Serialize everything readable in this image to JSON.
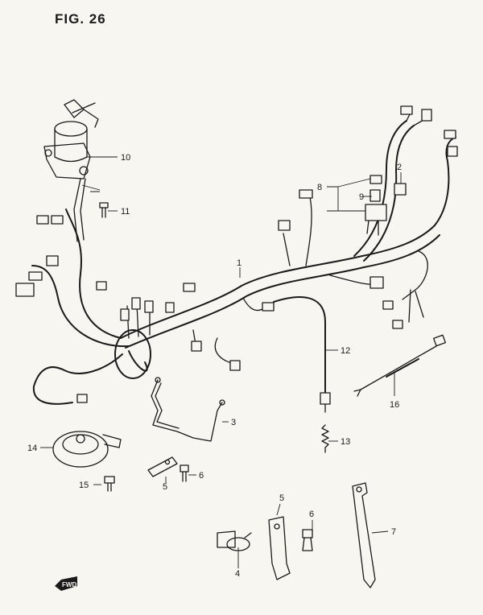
{
  "figure": {
    "title": "FIG. 26"
  },
  "callouts": [
    "1",
    "2",
    "3",
    "4",
    "5",
    "6",
    "7",
    "8",
    "9",
    "10",
    "11",
    "12",
    "13",
    "14",
    "15",
    "16"
  ],
  "fwd_label": "FWD"
}
